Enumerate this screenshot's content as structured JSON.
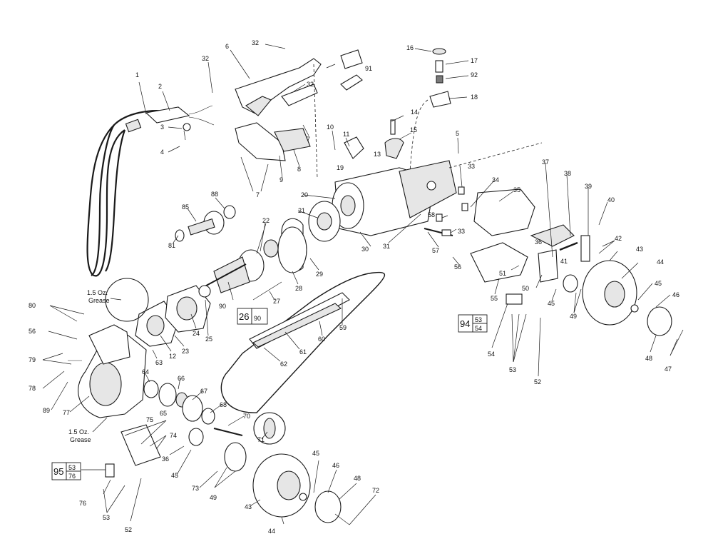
{
  "callouts": {
    "c1": "1",
    "c2": "2",
    "c3": "3",
    "c4": "4",
    "c5": "5",
    "c6": "6",
    "c7a": "7",
    "c7b": "7",
    "c8": "8",
    "c9": "9",
    "c10": "10",
    "c11": "11",
    "c12": "12",
    "c13": "13",
    "c14": "14",
    "c15": "15",
    "c16": "16",
    "c17": "17",
    "c18": "18",
    "c19": "19",
    "c20": "20",
    "c21": "21",
    "c22": "22",
    "c23": "23",
    "c24": "24",
    "c25": "25",
    "c27": "27",
    "c28": "28",
    "c29": "29",
    "c30": "30",
    "c31": "31",
    "c32a": "32",
    "c32b": "32",
    "c32c": "32",
    "c33a": "33",
    "c33b": "33",
    "c34": "34",
    "c35": "35",
    "c36a": "36",
    "c36b": "36",
    "c37": "37",
    "c38": "38",
    "c39": "39",
    "c40": "40",
    "c41": "41",
    "c42": "42",
    "c43a": "43",
    "c43b": "43",
    "c44a": "44",
    "c44b": "44",
    "c45a": "45",
    "c45b": "45",
    "c45c": "45",
    "c45d": "45",
    "c46a": "46",
    "c46b": "46",
    "c47": "47",
    "c48a": "48",
    "c48b": "48",
    "c49a": "49",
    "c49b": "49",
    "c50": "50",
    "c51": "51",
    "c52a": "52",
    "c52b": "52",
    "c53a": "53",
    "c53b": "53",
    "c54": "54",
    "c55": "55",
    "c56a": "56",
    "c56b": "56",
    "c57": "57",
    "c58": "58",
    "c59": "59",
    "c60": "60",
    "c61": "61",
    "c62": "62",
    "c63": "63",
    "c64": "64",
    "c65": "65",
    "c66": "66",
    "c67": "67",
    "c68": "68",
    "c70": "70",
    "c71": "71",
    "c72": "72",
    "c73": "73",
    "c74": "74",
    "c75": "75",
    "c76": "76",
    "c77": "77",
    "c78": "78",
    "c79": "79",
    "c80": "80",
    "c81": "81",
    "c85": "85",
    "c88": "88",
    "c89": "89",
    "c90": "90",
    "c91": "91",
    "c92": "92"
  },
  "kit_boxes": {
    "k26": {
      "main": "26",
      "sub": "90"
    },
    "k94": {
      "main": "94",
      "top": "53",
      "bottom": "54"
    },
    "k95": {
      "main": "95",
      "top": "53",
      "bottom": "76"
    }
  },
  "notes": {
    "grease_top_line1": "1.5 Oz.",
    "grease_top_line2": "Grease",
    "grease_bottom_line1": "1.5 Oz.",
    "grease_bottom_line2": "Grease"
  }
}
